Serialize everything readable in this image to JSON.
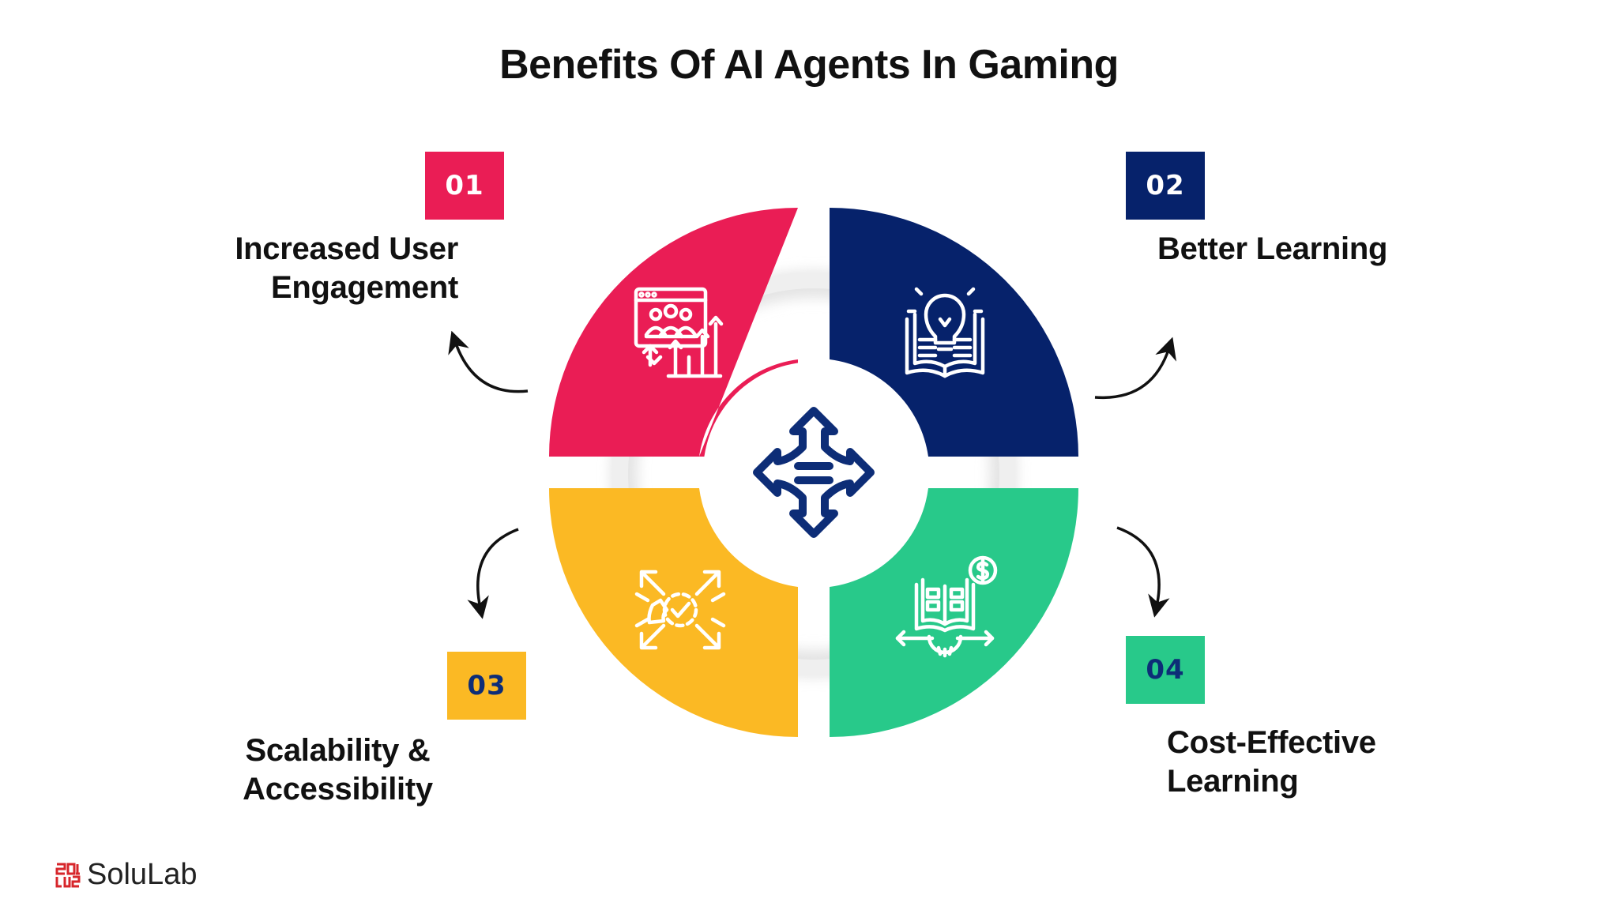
{
  "title": "Benefits Of AI Agents In Gaming",
  "colors": {
    "red": "#EA1D55",
    "navy": "#06226B",
    "yellow": "#FBB924",
    "green": "#28C98A",
    "center_icon": "#0D2D77",
    "text": "#111111"
  },
  "items": [
    {
      "number": "01",
      "label_lines": [
        "Increased User",
        "Engagement"
      ],
      "icon": "audience-growth-chart-icon"
    },
    {
      "number": "02",
      "label_lines": [
        "Better Learning"
      ],
      "icon": "lightbulb-book-icon"
    },
    {
      "number": "03",
      "label_lines": [
        "Scalability &",
        "Accessibility"
      ],
      "icon": "expand-arrows-check-icon"
    },
    {
      "number": "04",
      "label_lines": [
        "Cost-Effective",
        "Learning"
      ],
      "icon": "book-dollar-gear-icon"
    }
  ],
  "center_icon": "four-way-arrows-icon",
  "brand": {
    "name": "SoluLab",
    "icon": "solulab-logo-icon"
  }
}
